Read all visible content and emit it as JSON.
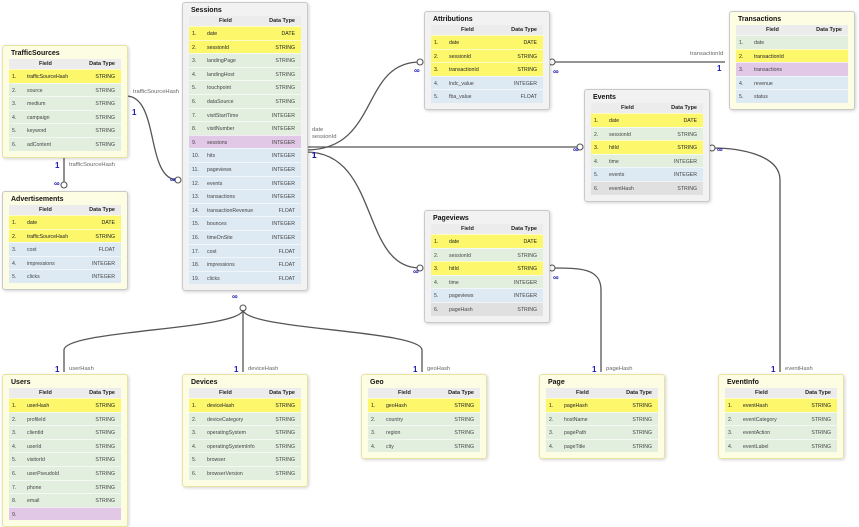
{
  "diagram": {
    "field_header": "Field",
    "type_header": "Data Type",
    "colors": {
      "key": "#fcf76b",
      "float": "#dde9f3",
      "integer": "#dde9f3",
      "string": "#e2efdf",
      "date": "#fcf76b",
      "highlight": "#e1c8e6",
      "hash": "#e0e0e0",
      "lines": "#555555"
    },
    "tables": [
      {
        "id": "trafficsources",
        "title": "TrafficSources",
        "bg": "#fdfde4",
        "border": "#e8e3a0",
        "rows": [
          {
            "field": "trafficSourceHash",
            "type": "STRING",
            "style": "key"
          },
          {
            "field": "source",
            "type": "STRING",
            "style": "string"
          },
          {
            "field": "medium",
            "type": "STRING",
            "style": "string"
          },
          {
            "field": "campaign",
            "type": "STRING",
            "style": "string"
          },
          {
            "field": "keyword",
            "type": "STRING",
            "style": "string"
          },
          {
            "field": "adContent",
            "type": "STRING",
            "style": "string"
          }
        ]
      },
      {
        "id": "advertisements",
        "title": "Advertisements",
        "bg": "#fdfde4",
        "border": "#c9c9c9",
        "rows": [
          {
            "field": "date",
            "type": "DATE",
            "style": "key"
          },
          {
            "field": "trafficSourceHash",
            "type": "STRING",
            "style": "key"
          },
          {
            "field": "cost",
            "type": "FLOAT",
            "style": "float"
          },
          {
            "field": "impressions",
            "type": "INTEGER",
            "style": "float"
          },
          {
            "field": "clicks",
            "type": "INTEGER",
            "style": "float"
          }
        ]
      },
      {
        "id": "sessions",
        "title": "Sessions",
        "bg": "#f2f2f2",
        "border": "#c9c9c9",
        "rows": [
          {
            "field": "date",
            "type": "DATE",
            "style": "key"
          },
          {
            "field": "sessionId",
            "type": "STRING",
            "style": "key"
          },
          {
            "field": "landingPage",
            "type": "STRING",
            "style": "string"
          },
          {
            "field": "landingHost",
            "type": "STRING",
            "style": "string"
          },
          {
            "field": "touchpoint",
            "type": "STRING",
            "style": "string"
          },
          {
            "field": "dataSource",
            "type": "STRING",
            "style": "string"
          },
          {
            "field": "visitStartTime",
            "type": "INTEGER",
            "style": "string"
          },
          {
            "field": "visitNumber",
            "type": "INTEGER",
            "style": "string"
          },
          {
            "field": "sessions",
            "type": "INTEGER",
            "style": "highlight"
          },
          {
            "field": "hits",
            "type": "INTEGER",
            "style": "float"
          },
          {
            "field": "pageviews",
            "type": "INTEGER",
            "style": "float"
          },
          {
            "field": "events",
            "type": "INTEGER",
            "style": "float"
          },
          {
            "field": "transactions",
            "type": "INTEGER",
            "style": "float"
          },
          {
            "field": "transactionRevenue",
            "type": "FLOAT",
            "style": "float"
          },
          {
            "field": "bounces",
            "type": "INTEGER",
            "style": "float"
          },
          {
            "field": "timeOnSite",
            "type": "INTEGER",
            "style": "float"
          },
          {
            "field": "cost",
            "type": "FLOAT",
            "style": "float"
          },
          {
            "field": "impressions",
            "type": "FLOAT",
            "style": "float"
          },
          {
            "field": "clicks",
            "type": "FLOAT",
            "style": "float"
          }
        ]
      },
      {
        "id": "attributions",
        "title": "Attributions",
        "bg": "#f2f2f2",
        "border": "#c9c9c9",
        "rows": [
          {
            "field": "date",
            "type": "DATE",
            "style": "key"
          },
          {
            "field": "sessionId",
            "type": "STRING",
            "style": "key"
          },
          {
            "field": "transactionId",
            "type": "STRING",
            "style": "key"
          },
          {
            "field": "lndc_value",
            "type": "INTEGER",
            "style": "float"
          },
          {
            "field": "fba_value",
            "type": "FLOAT",
            "style": "float"
          }
        ]
      },
      {
        "id": "transactions",
        "title": "Transactions",
        "bg": "#fdfde4",
        "border": "#c9c9c9",
        "rows": [
          {
            "field": "date",
            "type": "",
            "style": "string"
          },
          {
            "field": "transactionId",
            "type": "",
            "style": "key"
          },
          {
            "field": "transactions",
            "type": "",
            "style": "highlight"
          },
          {
            "field": "revenue",
            "type": "",
            "style": "float"
          },
          {
            "field": "status",
            "type": "",
            "style": "float"
          }
        ]
      },
      {
        "id": "events",
        "title": "Events",
        "bg": "#f2f2f2",
        "border": "#c9c9c9",
        "rows": [
          {
            "field": "date",
            "type": "DATE",
            "style": "key"
          },
          {
            "field": "sessionId",
            "type": "STRING",
            "style": "string"
          },
          {
            "field": "hitId",
            "type": "STRING",
            "style": "key"
          },
          {
            "field": "time",
            "type": "INTEGER",
            "style": "string"
          },
          {
            "field": "events",
            "type": "INTEGER",
            "style": "float"
          },
          {
            "field": "eventHash",
            "type": "STRING",
            "style": "hash"
          }
        ]
      },
      {
        "id": "pageviews",
        "title": "Pageviews",
        "bg": "#f2f2f2",
        "border": "#c9c9c9",
        "rows": [
          {
            "field": "date",
            "type": "DATE",
            "style": "key"
          },
          {
            "field": "sessionId",
            "type": "STRING",
            "style": "string"
          },
          {
            "field": "hitId",
            "type": "STRING",
            "style": "key"
          },
          {
            "field": "time",
            "type": "INTEGER",
            "style": "string"
          },
          {
            "field": "pageviews",
            "type": "INTEGER",
            "style": "float"
          },
          {
            "field": "pageHash",
            "type": "STRING",
            "style": "hash"
          }
        ]
      },
      {
        "id": "users",
        "title": "Users",
        "bg": "#fdfde4",
        "border": "#e8e3a0",
        "rows": [
          {
            "field": "userHash",
            "type": "STRING",
            "style": "key"
          },
          {
            "field": "profileId",
            "type": "STRING",
            "style": "string"
          },
          {
            "field": "clientId",
            "type": "STRING",
            "style": "string"
          },
          {
            "field": "userId",
            "type": "STRING",
            "style": "string"
          },
          {
            "field": "visitorId",
            "type": "STRING",
            "style": "string"
          },
          {
            "field": "userPseudoId",
            "type": "STRING",
            "style": "string"
          },
          {
            "field": "phone",
            "type": "STRING",
            "style": "string"
          },
          {
            "field": "email",
            "type": "STRING",
            "style": "string"
          },
          {
            "field": "",
            "type": "",
            "style": "highlight"
          }
        ]
      },
      {
        "id": "devices",
        "title": "Devices",
        "bg": "#fdfde4",
        "border": "#e8e3a0",
        "rows": [
          {
            "field": "deviceHash",
            "type": "STRING",
            "style": "key"
          },
          {
            "field": "deviceCategory",
            "type": "STRING",
            "style": "string"
          },
          {
            "field": "operatingSystem",
            "type": "STRING",
            "style": "string"
          },
          {
            "field": "operatingSystemInfo",
            "type": "STRING",
            "style": "string"
          },
          {
            "field": "browser",
            "type": "STRING",
            "style": "string"
          },
          {
            "field": "browserVersion",
            "type": "STRING",
            "style": "string"
          }
        ]
      },
      {
        "id": "geo",
        "title": "Geo",
        "bg": "#fdfde4",
        "border": "#e8e3a0",
        "rows": [
          {
            "field": "geoHash",
            "type": "STRING",
            "style": "key"
          },
          {
            "field": "country",
            "type": "STRING",
            "style": "string"
          },
          {
            "field": "region",
            "type": "STRING",
            "style": "string"
          },
          {
            "field": "city",
            "type": "STRING",
            "style": "string"
          }
        ]
      },
      {
        "id": "page",
        "title": "Page",
        "bg": "#fdfde4",
        "border": "#e8e3a0",
        "rows": [
          {
            "field": "pageHash",
            "type": "STRING",
            "style": "key"
          },
          {
            "field": "hostName",
            "type": "STRING",
            "style": "string"
          },
          {
            "field": "pagePath",
            "type": "STRING",
            "style": "string"
          },
          {
            "field": "pageTitle",
            "type": "STRING",
            "style": "string"
          }
        ]
      },
      {
        "id": "eventinfo",
        "title": "EventInfo",
        "bg": "#fdfde4",
        "border": "#e8e3a0",
        "rows": [
          {
            "field": "eventHash",
            "type": "STRING",
            "style": "key"
          },
          {
            "field": "eventCategory",
            "type": "STRING",
            "style": "string"
          },
          {
            "field": "eventAction",
            "type": "STRING",
            "style": "string"
          },
          {
            "field": "eventLabel",
            "type": "STRING",
            "style": "string"
          }
        ]
      }
    ],
    "relationships": [
      {
        "id": "traffic-sessions",
        "label": "trafficSourceHash",
        "from": "1",
        "to": "∞"
      },
      {
        "id": "traffic-ads",
        "label": "trafficSourceHash",
        "from": "1",
        "to": "∞"
      },
      {
        "id": "sessions-attributions",
        "label": "",
        "from": "1",
        "to": "∞"
      },
      {
        "id": "sessions-events",
        "label": "date\nsessionId",
        "from": "1",
        "to": "∞"
      },
      {
        "id": "sessions-pageviews",
        "label": "",
        "from": "1",
        "to": "∞"
      },
      {
        "id": "attributions-transactions",
        "label": "transactionId",
        "from": "∞",
        "to": "1"
      },
      {
        "id": "users-sessions",
        "label": "userHash",
        "from": "1",
        "to": "∞"
      },
      {
        "id": "devices-sessions",
        "label": "deviceHash",
        "from": "1",
        "to": ""
      },
      {
        "id": "geo-sessions",
        "label": "geoHash",
        "from": "1",
        "to": ""
      },
      {
        "id": "page-pageviews",
        "label": "pageHash",
        "from": "1",
        "to": "∞"
      },
      {
        "id": "eventinfo-events",
        "label": "eventHash",
        "from": "1",
        "to": "∞"
      }
    ]
  }
}
